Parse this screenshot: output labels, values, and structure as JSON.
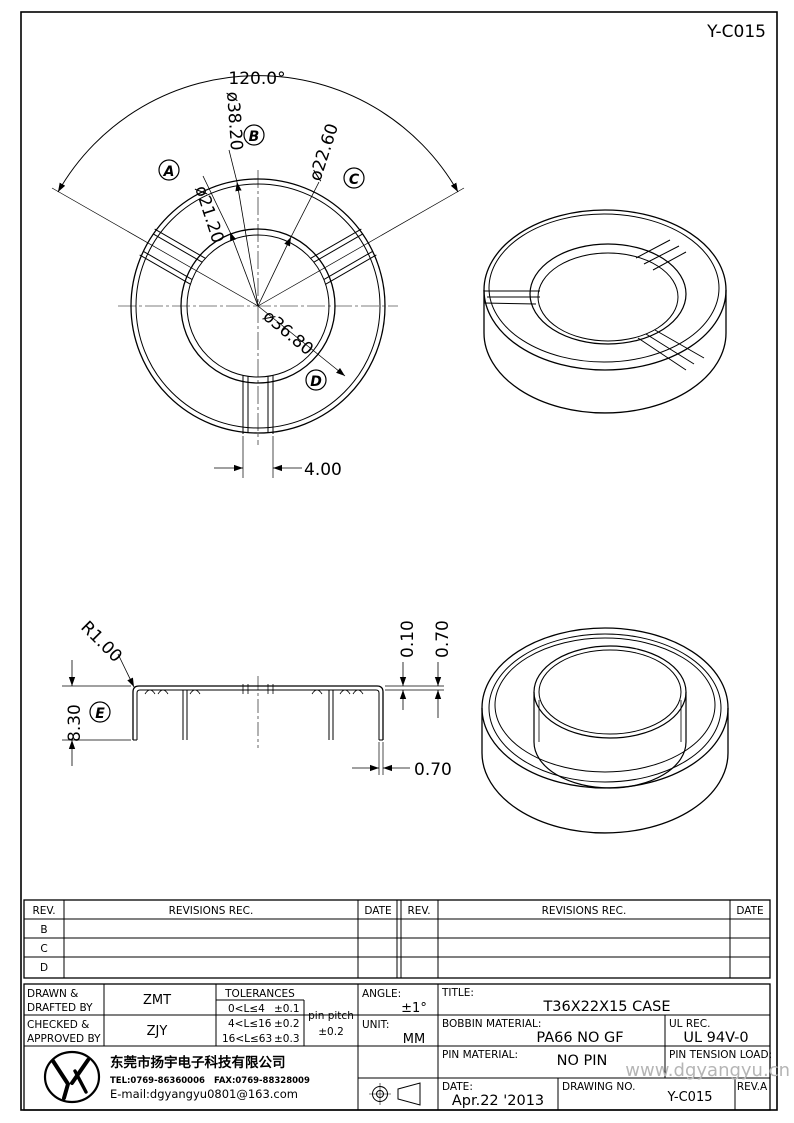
{
  "drawing_id": "Y-C015",
  "dimensions": {
    "angle": "120.0°",
    "dia_a": "ø21.20",
    "dia_b": "ø38.20",
    "dia_c": "ø22.60",
    "dia_d": "ø36.80",
    "width": "4.00",
    "radius": "R1.00",
    "height": "8.30",
    "thk_top_a": "0.10",
    "thk_top_b": "0.70",
    "wall": "0.70"
  },
  "callouts": {
    "a": "A",
    "b": "B",
    "c": "C",
    "d": "D",
    "e": "E"
  },
  "revisions": {
    "col_rev": "REV.",
    "col_rec": "REVISIONS   REC.",
    "col_date": "DATE",
    "rows": [
      "B",
      "C",
      "D"
    ]
  },
  "title_block": {
    "drawn_label_1": "DRAWN &",
    "drawn_label_2": "DRAFTED BY",
    "drawn_by": "ZMT",
    "checked_label_1": "CHECKED &",
    "checked_label_2": "APPROVED BY",
    "checked_by": "ZJY",
    "tolerances_label": "TOLERANCES",
    "tol_1_range": "0<L≤4",
    "tol_1_val": "±0.1",
    "tol_2_range": "4<L≤16",
    "tol_2_val": "±0.2",
    "tol_3_range": "16<L≤63",
    "tol_3_val": "±0.3",
    "pin_pitch_label": "pin pitch",
    "pin_pitch_val": "±0.2",
    "angle_label": "ANGLE:",
    "angle_val": "±1°",
    "unit_label": "UNIT:",
    "unit_val": "MM",
    "title_label": "TITLE:",
    "title_val": "T36X22X15  CASE",
    "bobbin_label": "BOBBIN MATERIAL:",
    "bobbin_val": "PA66  NO  GF",
    "ul_label": "UL REC.",
    "ul_val": "UL  94V-0",
    "pin_mat_label": "PIN MATERIAL:",
    "pin_mat_val": "NO  PIN",
    "pin_tension_label": "PIN TENSION LOAD:",
    "date_label": "DATE:",
    "date_val": "Apr.22  '2013",
    "drawing_no_label": "DRAWING NO.",
    "drawing_no_val": "Y-C015",
    "rev_label": "REV.A",
    "company_name": "东莞市扬宇电子科技有限公司",
    "company_tel": "TEL:0769-86360006",
    "company_fax": "FAX:0769-88328009",
    "company_email": "E-mail:dgyangyu0801@163.com",
    "watermark": "www.dgyangyu.cn"
  }
}
